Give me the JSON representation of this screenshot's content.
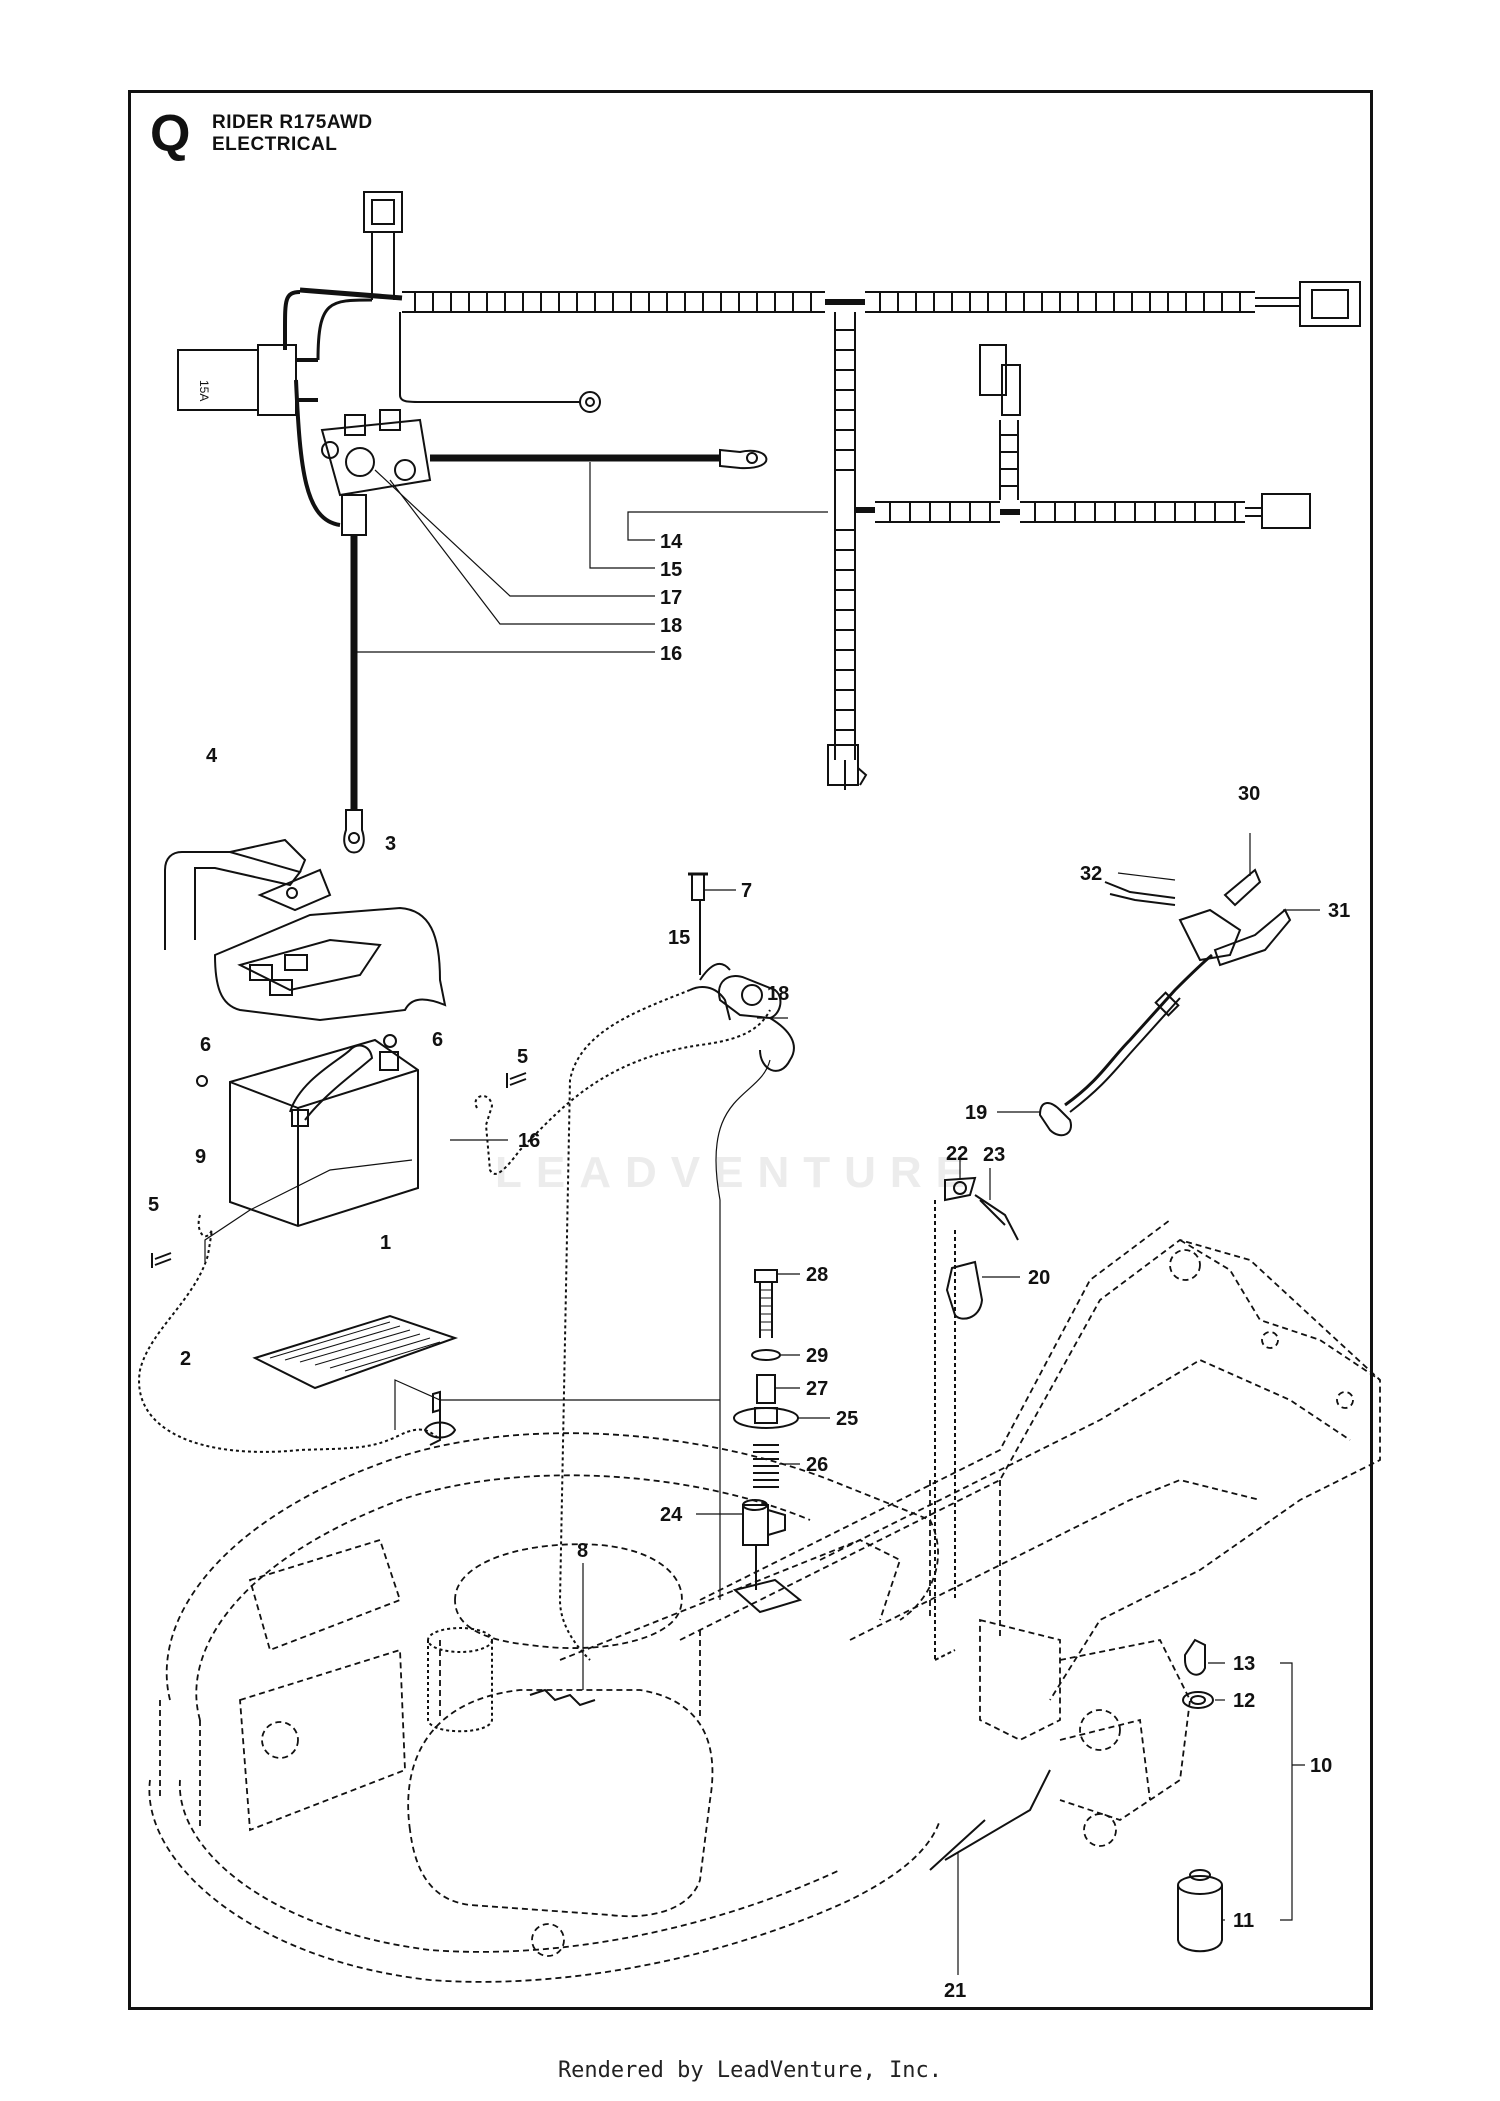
{
  "header": {
    "section_letter": "Q",
    "title_line1": "RIDER R175AWD",
    "title_line2": "ELECTRICAL"
  },
  "watermark": "LEADVENTURE",
  "footer": "Rendered by LeadVenture, Inc.",
  "callouts": [
    {
      "id": "c14",
      "label": "14"
    },
    {
      "id": "c15a",
      "label": "15"
    },
    {
      "id": "c17",
      "label": "17"
    },
    {
      "id": "c18a",
      "label": "18"
    },
    {
      "id": "c16a",
      "label": "16"
    },
    {
      "id": "c4",
      "label": "4"
    },
    {
      "id": "c3",
      "label": "3"
    },
    {
      "id": "c7",
      "label": "7"
    },
    {
      "id": "c15b",
      "label": "15"
    },
    {
      "id": "c18b",
      "label": "18"
    },
    {
      "id": "c6a",
      "label": "6"
    },
    {
      "id": "c6b",
      "label": "6"
    },
    {
      "id": "c5a",
      "label": "5"
    },
    {
      "id": "c16b",
      "label": "16"
    },
    {
      "id": "c9",
      "label": "9"
    },
    {
      "id": "c5b",
      "label": "5"
    },
    {
      "id": "c1",
      "label": "1"
    },
    {
      "id": "c2",
      "label": "2"
    },
    {
      "id": "c30",
      "label": "30"
    },
    {
      "id": "c32",
      "label": "32"
    },
    {
      "id": "c31",
      "label": "31"
    },
    {
      "id": "c19",
      "label": "19"
    },
    {
      "id": "c22",
      "label": "22"
    },
    {
      "id": "c23",
      "label": "23"
    },
    {
      "id": "c20",
      "label": "20"
    },
    {
      "id": "c28",
      "label": "28"
    },
    {
      "id": "c29",
      "label": "29"
    },
    {
      "id": "c27",
      "label": "27"
    },
    {
      "id": "c25",
      "label": "25"
    },
    {
      "id": "c26",
      "label": "26"
    },
    {
      "id": "c24",
      "label": "24"
    },
    {
      "id": "c8",
      "label": "8"
    },
    {
      "id": "c13",
      "label": "13"
    },
    {
      "id": "c12",
      "label": "12"
    },
    {
      "id": "c10",
      "label": "10"
    },
    {
      "id": "c11",
      "label": "11"
    },
    {
      "id": "c21",
      "label": "21"
    }
  ],
  "relay_label": "15A"
}
